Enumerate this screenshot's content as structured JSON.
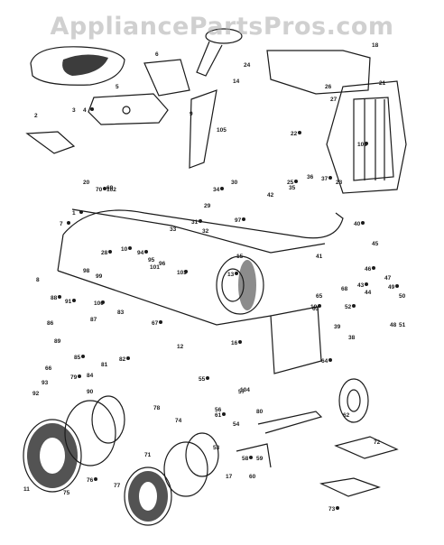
{
  "watermark": "AppliancePartsPros.com",
  "colors": {
    "ink": "#1a1a1a",
    "background": "#ffffff",
    "watermark": "#aaaaaa"
  },
  "callouts": [
    "1",
    "2",
    "3",
    "4",
    "5",
    "6",
    "7",
    "8",
    "9",
    "10",
    "11",
    "12",
    "13",
    "14",
    "15",
    "16",
    "17",
    "18",
    "19",
    "20",
    "21",
    "22",
    "23",
    "24",
    "25",
    "26",
    "27",
    "28",
    "29",
    "30",
    "31",
    "32",
    "33",
    "34",
    "35",
    "36",
    "37",
    "38",
    "39",
    "40",
    "41",
    "42",
    "43",
    "44",
    "45",
    "46",
    "47",
    "48",
    "49",
    "50",
    "51",
    "52",
    "53",
    "54",
    "55",
    "56",
    "57",
    "58",
    "59",
    "60",
    "61",
    "62",
    "63",
    "64",
    "65",
    "66",
    "67",
    "68",
    "69",
    "70",
    "71",
    "72",
    "73",
    "74",
    "75",
    "76",
    "77",
    "78",
    "79",
    "80",
    "81",
    "82",
    "83",
    "84",
    "85",
    "86",
    "87",
    "88",
    "89",
    "90",
    "91",
    "92",
    "93",
    "94",
    "95",
    "96",
    "97",
    "98",
    "99",
    "100",
    "101",
    "102",
    "103",
    "104",
    "105",
    "106"
  ]
}
